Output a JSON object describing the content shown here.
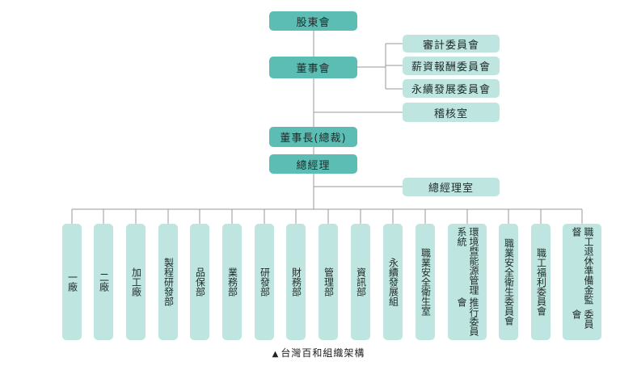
{
  "title": "台灣百和組織架構",
  "caption_marker": "▲",
  "colors": {
    "dark": "#5bbdb3",
    "light": "#bfe5e0",
    "line": "#9a9a9a"
  },
  "top": {
    "shareholders": "股東會",
    "board": "董事會",
    "chairman": "董事長(總裁)",
    "gm": "總經理"
  },
  "committees": [
    "審計委員會",
    "薪資報酬委員會",
    "永續發展委員會"
  ],
  "audit_office": "稽核室",
  "gm_office": "總經理室",
  "departments": [
    [
      "一廠"
    ],
    [
      "二廠"
    ],
    [
      "加工廠"
    ],
    [
      "製程研發部"
    ],
    [
      "品保部"
    ],
    [
      "業務部"
    ],
    [
      "研發部"
    ],
    [
      "財務部"
    ],
    [
      "管理部"
    ],
    [
      "資訊部"
    ],
    [
      "永續發展組"
    ],
    [
      "職業安全衛生室"
    ],
    [
      "環境暨能源管理系統",
      "推行委員會"
    ],
    [
      "職業安全衛生委員會"
    ],
    [
      "職工福利委員會"
    ],
    [
      "職工退休準備金監督",
      "委員會"
    ]
  ]
}
